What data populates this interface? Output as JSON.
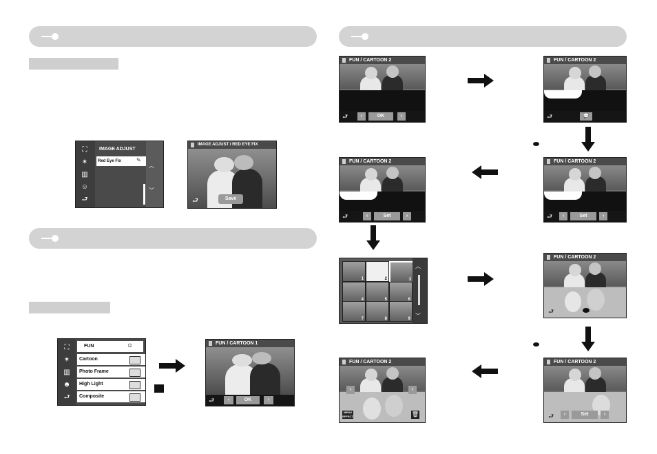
{
  "screens": {
    "image_adjust": {
      "title": "IMAGE ADJUST",
      "selected_item": "Red Eye Fix"
    },
    "red_eye_fix": {
      "title": "IMAGE ADJUST / RED EYE FIX",
      "save_label": "Save"
    },
    "fun_menu": {
      "title": "FUN",
      "items": [
        "Cartoon",
        "Photo Frame",
        "High Light",
        "Composite"
      ]
    },
    "fun_cartoon1": {
      "title": "FUN / CARTOON 1",
      "ok_label": "OK"
    },
    "cartoon2": {
      "title": "FUN / CARTOON 2",
      "ok_label": "OK",
      "set_label": "Set",
      "menu_effect_label": "MENU EFFECT"
    },
    "thumbnails": {
      "numbers": [
        "1",
        "2",
        "3",
        "4",
        "5",
        "6",
        "7",
        "8",
        "9"
      ]
    }
  }
}
